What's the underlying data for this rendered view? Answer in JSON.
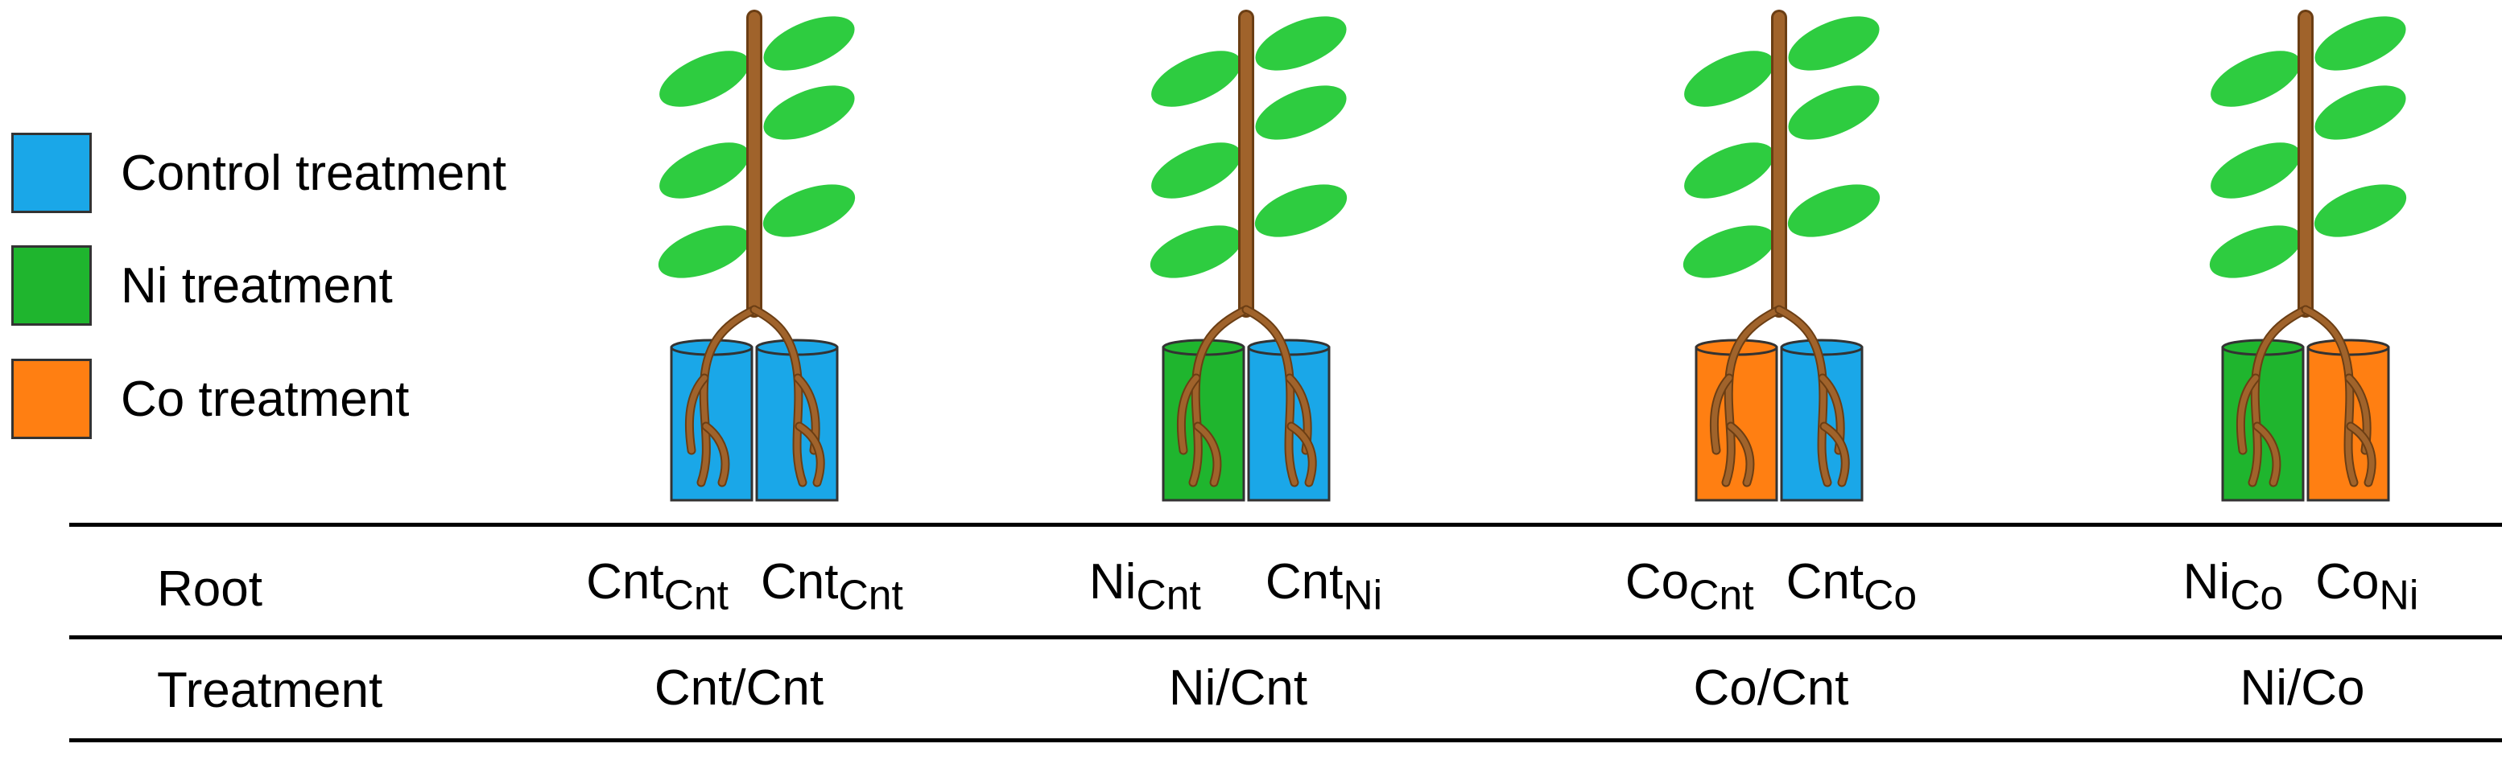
{
  "legend": [
    {
      "label": "Control treatment",
      "color": "#1aa7e8"
    },
    {
      "label": "Ni treatment",
      "color": "#1fb52e"
    },
    {
      "label": "Co treatment",
      "color": "#ff7f12"
    }
  ],
  "plants": [
    {
      "left_pot": "control",
      "right_pot": "control"
    },
    {
      "left_pot": "ni",
      "right_pot": "control"
    },
    {
      "left_pot": "co",
      "right_pot": "control"
    },
    {
      "left_pot": "ni",
      "right_pot": "co"
    }
  ],
  "colors": {
    "control": "#1aa7e8",
    "ni": "#1fb52e",
    "co": "#ff7f12",
    "leaf": "#2ecc40",
    "stem": "#a0632b",
    "stem_edge": "#6b3e14"
  },
  "table": {
    "row1_label": "Root",
    "row2_label": "Treatment",
    "roots": [
      [
        {
          "main": "Cnt",
          "sub": "Cnt"
        },
        {
          "main": "Cnt",
          "sub": "Cnt"
        }
      ],
      [
        {
          "main": "Ni",
          "sub": "Cnt"
        },
        {
          "main": "Cnt",
          "sub": "Ni"
        }
      ],
      [
        {
          "main": "Co",
          "sub": "Cnt"
        },
        {
          "main": "Cnt",
          "sub": "Co"
        }
      ],
      [
        {
          "main": "Ni",
          "sub": "Co"
        },
        {
          "main": "Co",
          "sub": "Ni"
        }
      ]
    ],
    "treatments": [
      "Cnt/Cnt",
      "Ni/Cnt",
      "Co/Cnt",
      "Ni/Co"
    ]
  }
}
